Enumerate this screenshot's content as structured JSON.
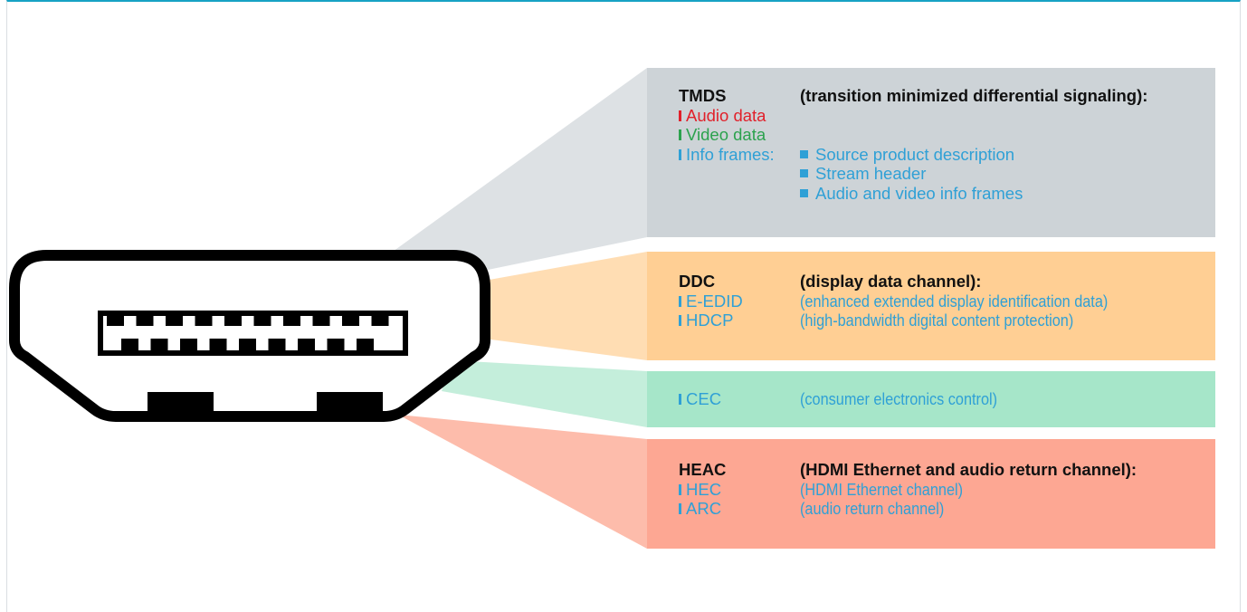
{
  "colors": {
    "frame_accent": "#17a2c4",
    "tmds_bg": "#cdd3d7",
    "tmds_wedge": "#dde1e4",
    "ddc_bg": "#ffcf94",
    "ddc_wedge": "#ffddb3",
    "cec_bg": "#a6e6c9",
    "cec_wedge": "#c4eedb",
    "heac_bg": "#fda793",
    "heac_wedge": "#fdbcab",
    "text_blue": "#2fa0d6",
    "text_red": "#e1202a",
    "text_green": "#2ca24e",
    "heading": "#111111"
  },
  "tmds": {
    "title": "TMDS",
    "subtitle": "(transition minimized differential signaling):",
    "items": [
      "Audio data",
      "Video data",
      "Info frames:"
    ],
    "info_frames": [
      "Source product description",
      "Stream header",
      "Audio and video info frames"
    ]
  },
  "ddc": {
    "title": "DDC",
    "subtitle": "(display data channel):",
    "items": [
      {
        "label": "E-EDID",
        "desc": "(enhanced extended display identification data)"
      },
      {
        "label": "HDCP",
        "desc": "(high-bandwidth digital content protection)"
      }
    ]
  },
  "cec": {
    "items": [
      {
        "label": "CEC",
        "desc": "(consumer electronics control)"
      }
    ]
  },
  "heac": {
    "title": "HEAC",
    "subtitle": "(HDMI Ethernet and audio return channel):",
    "items": [
      {
        "label": "HEC",
        "desc": "(HDMI Ethernet channel)"
      },
      {
        "label": "ARC",
        "desc": "(audio return channel)"
      }
    ]
  }
}
